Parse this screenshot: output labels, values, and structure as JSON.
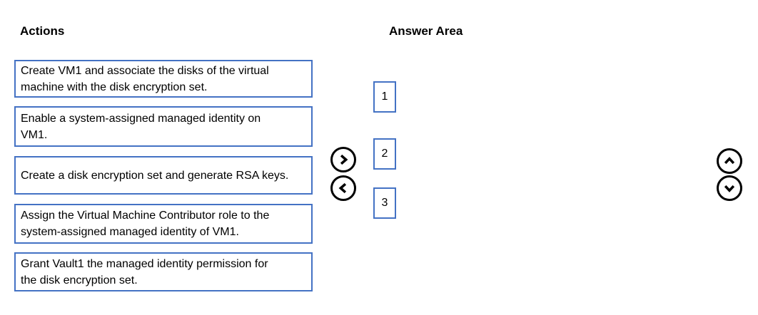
{
  "titles": {
    "actions": "Actions",
    "answer_area": "Answer Area"
  },
  "actions": {
    "items": [
      {
        "lines": [
          "Create VM1 and associate the disks of the virtual",
          "machine with the disk encryption set."
        ]
      },
      {
        "lines": [
          "Enable a system-assigned managed identity on",
          "VM1."
        ]
      },
      {
        "lines": [
          "Create a disk encryption set and generate RSA keys."
        ]
      },
      {
        "lines": [
          "Assign the Virtual Machine Contributor role to the",
          "system-assigned managed identity of VM1."
        ]
      },
      {
        "lines": [
          "Grant Vault1 the managed identity permission for",
          "the disk encryption set."
        ]
      }
    ]
  },
  "answer_area": {
    "slots": [
      {
        "number": "1"
      },
      {
        "number": "2"
      },
      {
        "number": "3"
      }
    ]
  },
  "controls": {
    "move_right_icon": "chevron-right",
    "move_left_icon": "chevron-left",
    "move_up_icon": "chevron-up",
    "move_down_icon": "chevron-down"
  },
  "colors": {
    "box_border": "#4472C4",
    "control_stroke": "#000000",
    "text": "#000000",
    "background": "#FFFFFF"
  }
}
